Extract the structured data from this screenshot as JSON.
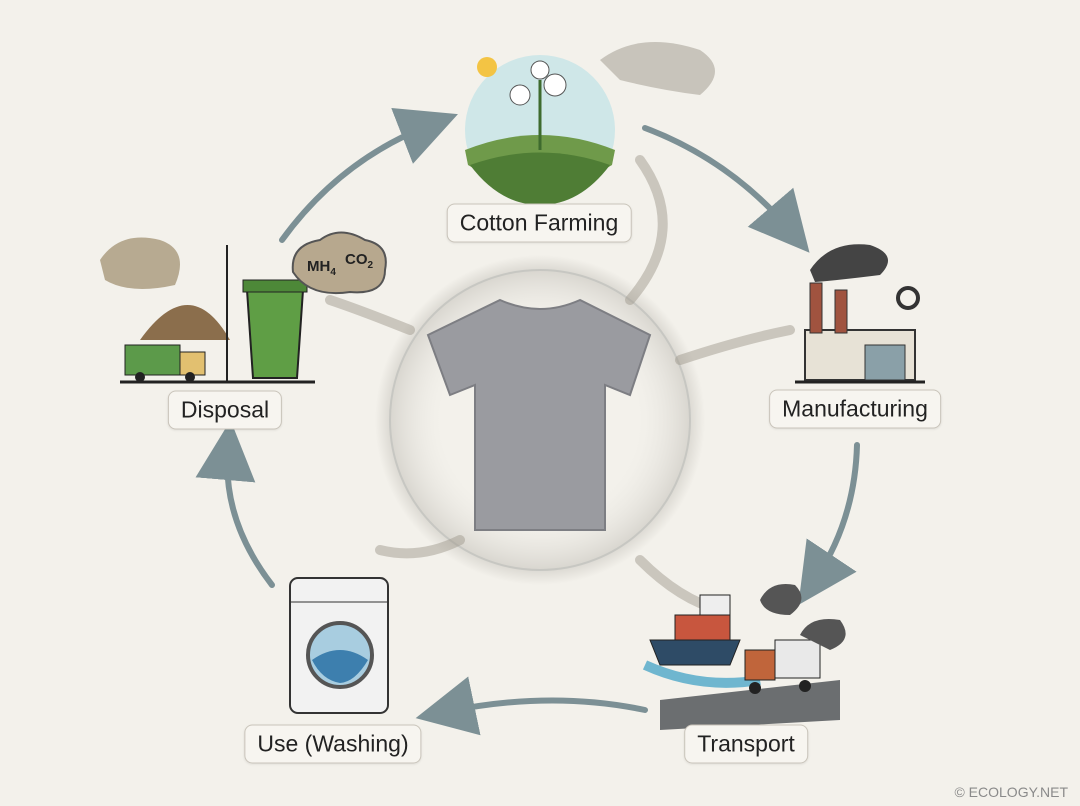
{
  "stages": [
    {
      "id": "cotton-farming",
      "label": "Cotton Farming"
    },
    {
      "id": "manufacturing",
      "label": "Manufacturing"
    },
    {
      "id": "transport",
      "label": "Transport"
    },
    {
      "id": "use-washing",
      "label": "Use (Washing)"
    },
    {
      "id": "disposal",
      "label": "Disposal"
    }
  ],
  "gases": {
    "methane": "MH",
    "methane_sub": "4",
    "co2": "CO",
    "co2_sub": "2"
  },
  "watermark": "© ECOLOGY.NET",
  "colors": {
    "background": "#f3f1eb",
    "arrow": "#7c9095",
    "shirt": "#9a9ba0",
    "smoke": "#8f8a80"
  }
}
